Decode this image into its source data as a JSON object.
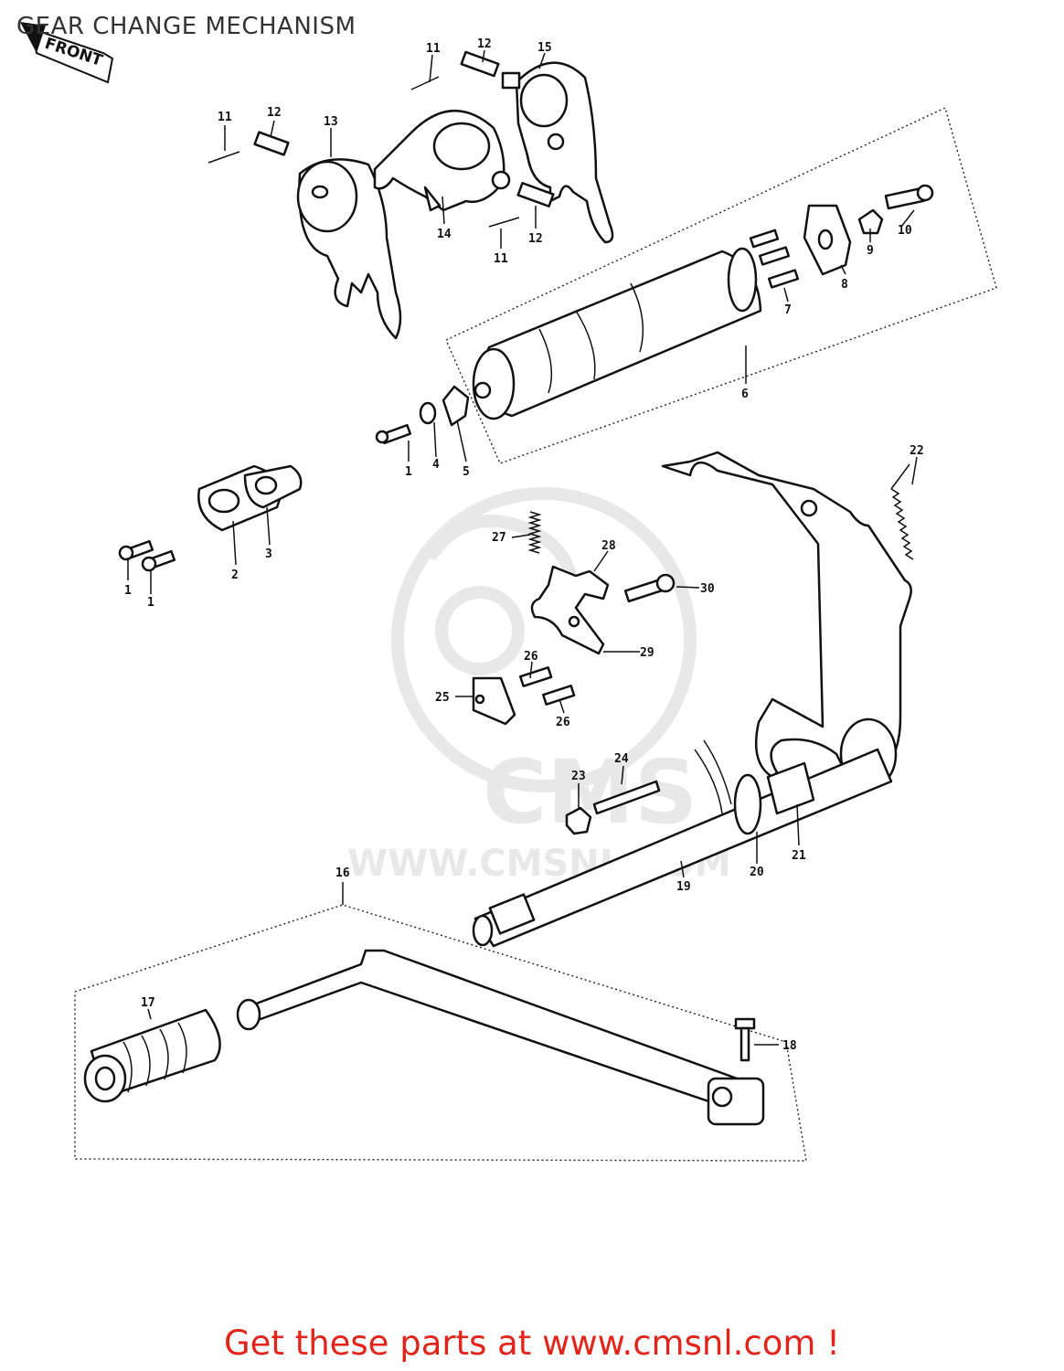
{
  "title": "GEAR CHANGE MECHANISM",
  "front_badge": "FRONT",
  "watermark": {
    "logo_text": "CMS",
    "url_text": "WWW.CMSNL.COM"
  },
  "footer_text": "Get these parts at www.cmsnl.com !",
  "callouts": [
    "11",
    "12",
    "15",
    "11",
    "12",
    "13",
    "14",
    "12",
    "11",
    "10",
    "9",
    "8",
    "7",
    "6",
    "1",
    "4",
    "5",
    "22",
    "2",
    "3",
    "1",
    "1",
    "27",
    "28",
    "30",
    "29",
    "26",
    "25",
    "26",
    "24",
    "23",
    "21",
    "20",
    "19",
    "16",
    "17",
    "18"
  ]
}
